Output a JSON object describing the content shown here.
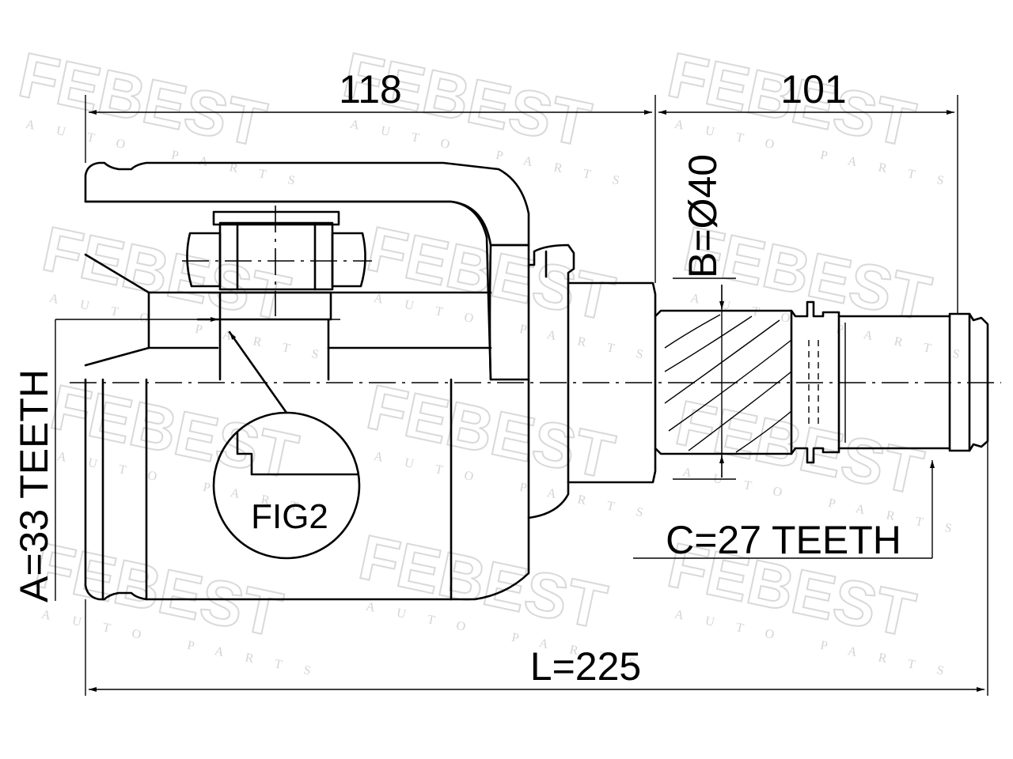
{
  "watermark": {
    "brand": "FEBEST",
    "subtitle": "AUTO PARTS"
  },
  "dimensions": {
    "housing_length": "118",
    "shaft_length": "101",
    "seal_diameter": "B=Ø40",
    "inner_teeth": "A=33 TEETH",
    "outer_teeth": "C=27 TEETH",
    "total_length": "L=225"
  },
  "figure": {
    "label": "FIG2"
  }
}
